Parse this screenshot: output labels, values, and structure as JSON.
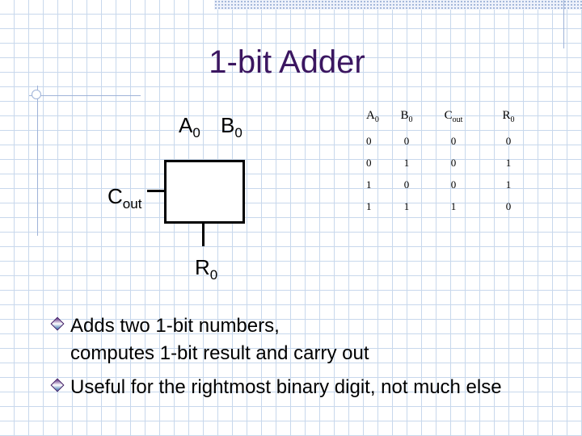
{
  "slide": {
    "title": "1-bit Adder"
  },
  "diagram": {
    "input_a": {
      "base": "A",
      "sub": "0"
    },
    "input_b": {
      "base": "B",
      "sub": "0"
    },
    "carry_out": {
      "base": "C",
      "sub": "out"
    },
    "result": {
      "base": "R",
      "sub": "0"
    }
  },
  "truth_table": {
    "headers": [
      {
        "base": "A",
        "sub": "0"
      },
      {
        "base": "B",
        "sub": "0"
      },
      {
        "base": "C",
        "sub": "out"
      },
      {
        "base": "R",
        "sub": "0"
      }
    ],
    "rows": [
      [
        "0",
        "0",
        "0",
        "0"
      ],
      [
        "0",
        "1",
        "0",
        "1"
      ],
      [
        "1",
        "0",
        "0",
        "1"
      ],
      [
        "1",
        "1",
        "1",
        "0"
      ]
    ]
  },
  "bullets": [
    {
      "line1": "Adds two 1-bit numbers,",
      "line2": "computes 1-bit result and carry out"
    },
    {
      "line1": "Useful for the rightmost binary digit, not much else",
      "line2": ""
    }
  ]
}
